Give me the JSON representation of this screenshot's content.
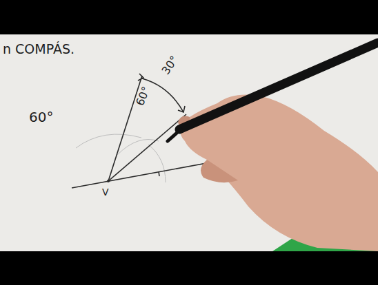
{
  "diagram": {
    "labels": [
      "n COMPÁS.",
      "60°",
      "60°",
      "30°",
      "V"
    ]
  }
}
